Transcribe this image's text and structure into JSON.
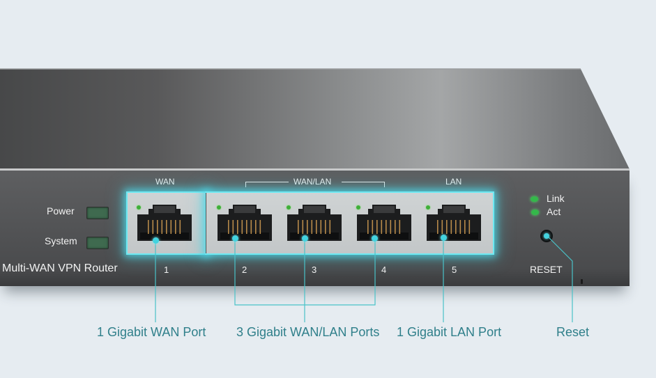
{
  "device": {
    "model_label": "Multi-WAN VPN Router",
    "indicators": [
      {
        "label": "Power"
      },
      {
        "label": "System"
      }
    ],
    "group_labels": {
      "wan": "WAN",
      "wan_lan": "WAN/LAN",
      "lan": "LAN"
    },
    "ports": [
      {
        "number": "1",
        "type": "WAN"
      },
      {
        "number": "2",
        "type": "WAN/LAN"
      },
      {
        "number": "3",
        "type": "WAN/LAN"
      },
      {
        "number": "4",
        "type": "WAN/LAN"
      },
      {
        "number": "5",
        "type": "LAN"
      }
    ],
    "legend": {
      "link": "Link",
      "act": "Act"
    },
    "reset_label": "RESET"
  },
  "callouts": [
    {
      "text": "1 Gigabit WAN Port"
    },
    {
      "text": "3 Gigabit WAN/LAN Ports"
    },
    {
      "text": "1 Gigabit LAN Port"
    },
    {
      "text": "Reset"
    }
  ],
  "colors": {
    "background": "#e6ecf1",
    "highlight": "#4cd6e6",
    "callout_text": "#2f7f8a",
    "led_green": "#34b84a"
  }
}
